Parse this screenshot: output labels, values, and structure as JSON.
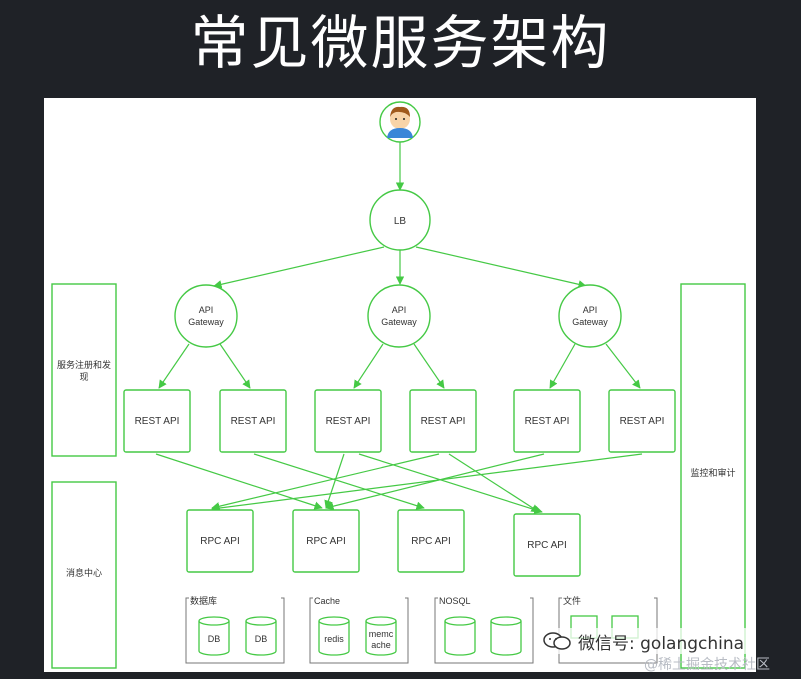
{
  "title": "常见微服务架构",
  "colors": {
    "stroke": "#45c945",
    "background": "#1f2227",
    "panel": "#ffffff",
    "text": "#333333"
  },
  "nodes": {
    "lb": "LB",
    "gateway_line1": "API",
    "gateway_line2": "Gateway",
    "rest": "REST API",
    "rpc": "RPC API",
    "left_top": [
      "服务注册和发",
      "现"
    ],
    "left_bottom": "消息中心",
    "right": "监控和审计"
  },
  "storage": {
    "db_group": {
      "label": "数据库",
      "items": [
        "DB",
        "DB"
      ]
    },
    "cache_group": {
      "label": "Cache",
      "items": [
        "redis",
        "memc",
        "ache"
      ]
    },
    "nosql_group": {
      "label": "NOSQL"
    },
    "file_group": {
      "label": "文件"
    }
  },
  "watermark": {
    "wechat": "微信号: golangchina",
    "juejin": "@稀土掘金技术社区"
  }
}
